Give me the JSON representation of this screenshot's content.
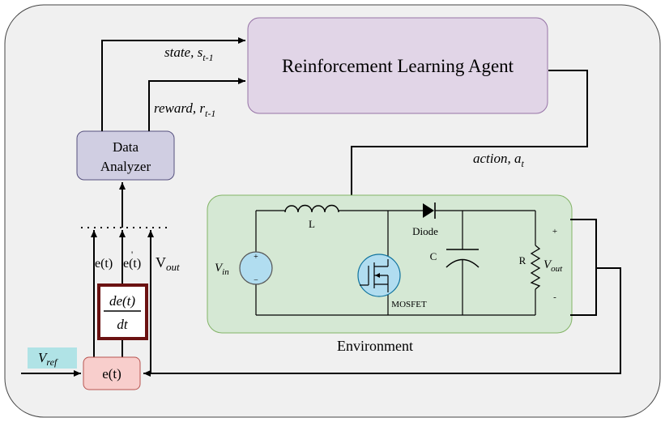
{
  "agent": {
    "label": "Reinforcement Learning Agent"
  },
  "data_analyzer": {
    "line1": "Data",
    "line2": "Analyzer"
  },
  "signals": {
    "state_text": "state, s",
    "state_sub": "t-1",
    "reward_text": "reward, r",
    "reward_sub": "t-1",
    "action_text": "action, a",
    "action_sub": "t"
  },
  "feedback": {
    "e": "e(t)",
    "edot": "e(t)",
    "edot_prime": "'",
    "vout_main": "V",
    "vout_sub": "out"
  },
  "derivative": {
    "num": "de(t)",
    "den": "dt"
  },
  "error_block": {
    "label": "e(t)"
  },
  "vref": {
    "main": "V",
    "sub": "ref"
  },
  "environment": {
    "label": "Environment",
    "inductor": "L",
    "diode": "Diode",
    "capacitor": "C",
    "resistor": "R",
    "mosfet": "MOSFET",
    "vin_main": "V",
    "vin_sub": "in",
    "vout_main": "V",
    "vout_sub": "out",
    "plus": "+",
    "minus": "-",
    "src_plus": "+",
    "src_minus": "−"
  },
  "colors": {
    "outer_bg": "#f0f0f0",
    "agent_fill": "#e1d5e7",
    "agent_stroke": "#9673a6",
    "analyzer_fill": "#d0cee2",
    "analyzer_stroke": "#56517e",
    "env_fill": "#d5e8d4",
    "env_stroke": "#82b366",
    "error_fill": "#f8cecc",
    "error_stroke": "#b85450",
    "vref_fill": "#b0e3e6",
    "deriv_stroke": "#6b1212",
    "mosfet_fill": "#b1ddf0",
    "mosfet_stroke": "#10739e",
    "source_fill": "#b1ddf0"
  }
}
